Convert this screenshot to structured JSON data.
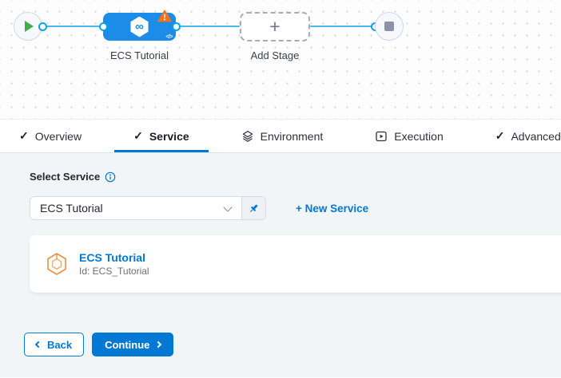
{
  "colors": {
    "accent_blue": "#0278d5",
    "stage_node_blue": "#1b8ce8",
    "warning_orange": "#f4721c",
    "edge_blue": "#49b9f2",
    "start_green": "#3fae49",
    "panel_bg": "#f2f5f8"
  },
  "icons": {
    "check": "✓",
    "infinity": "∞"
  },
  "pipeline": {
    "stage": {
      "label": "ECS Tutorial",
      "code_badge": "</>"
    },
    "add_stage": {
      "label": "Add Stage",
      "plus_glyph": "+"
    }
  },
  "tabs": [
    {
      "label": "Overview",
      "icon": "check-icon"
    },
    {
      "label": "Service",
      "icon": "check-icon",
      "active": true
    },
    {
      "label": "Environment",
      "icon": "layers-diamond-icon"
    },
    {
      "label": "Execution",
      "icon": "play-square-icon"
    },
    {
      "label": "Advanced",
      "icon": "check-icon"
    }
  ],
  "service_form": {
    "label": "Select Service",
    "selected_service": "ECS Tutorial",
    "new_service_link": "+ New Service",
    "service_card": {
      "title": "ECS Tutorial",
      "id_line": "Id: ECS_Tutorial"
    }
  },
  "footer": {
    "back_label": "Back",
    "continue_label": "Continue"
  }
}
